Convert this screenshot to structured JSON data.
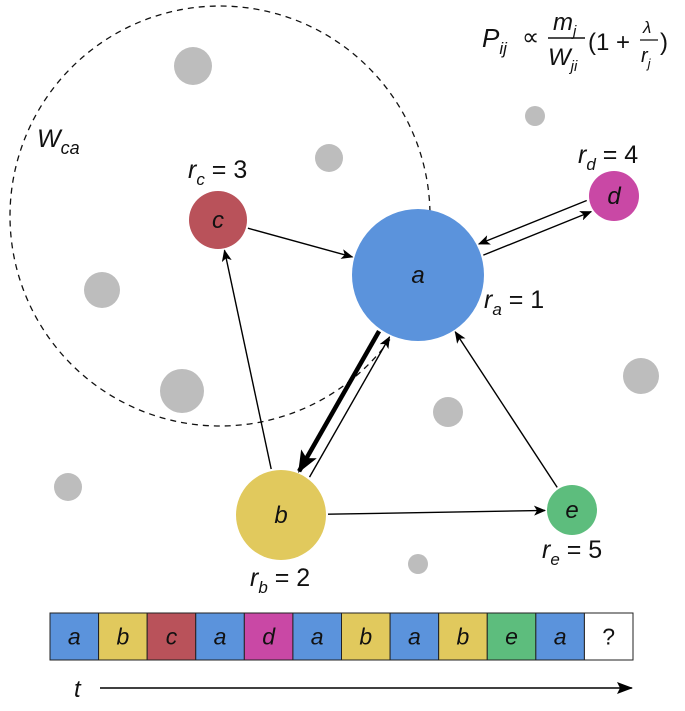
{
  "formula": {
    "lhs": "P",
    "lhs_sub": "ij",
    "relation": "∝",
    "num": "m",
    "num_sub": "j",
    "den": "W",
    "den_sub": "ji",
    "paren_open": "(1 +",
    "lambda": "λ",
    "r": "r",
    "r_sub": "j",
    "paren_close": ")"
  },
  "window_label": {
    "main": "W",
    "sub": "ca"
  },
  "colors": {
    "a": "#5b93dc",
    "b": "#e1c95d",
    "c": "#b9525a",
    "d": "#c948a5",
    "e": "#5dbd7d",
    "gray": "#bdbdbd",
    "unknown": "#ffffff"
  },
  "nodes": [
    {
      "id": "a",
      "label": "a",
      "rank_var": "r",
      "rank_sub": "a",
      "rank_value": "1"
    },
    {
      "id": "b",
      "label": "b",
      "rank_var": "r",
      "rank_sub": "b",
      "rank_value": "2"
    },
    {
      "id": "c",
      "label": "c",
      "rank_var": "r",
      "rank_sub": "c",
      "rank_value": "3"
    },
    {
      "id": "d",
      "label": "d",
      "rank_var": "r",
      "rank_sub": "d",
      "rank_value": "4"
    },
    {
      "id": "e",
      "label": "e",
      "rank_var": "r",
      "rank_sub": "e",
      "rank_value": "5"
    }
  ],
  "edges": [
    {
      "from": "c",
      "to": "a",
      "weight": "thin"
    },
    {
      "from": "b",
      "to": "c",
      "weight": "thin"
    },
    {
      "from": "a",
      "to": "d",
      "weight": "thin"
    },
    {
      "from": "d",
      "to": "a",
      "weight": "thin"
    },
    {
      "from": "a",
      "to": "b",
      "weight": "thick"
    },
    {
      "from": "b",
      "to": "a",
      "weight": "thin"
    },
    {
      "from": "e",
      "to": "a",
      "weight": "thin"
    },
    {
      "from": "b",
      "to": "e",
      "weight": "thin"
    }
  ],
  "sequence": [
    "a",
    "b",
    "c",
    "a",
    "d",
    "a",
    "b",
    "a",
    "b",
    "e",
    "a",
    "?"
  ],
  "time_label": "t",
  "equals": "="
}
